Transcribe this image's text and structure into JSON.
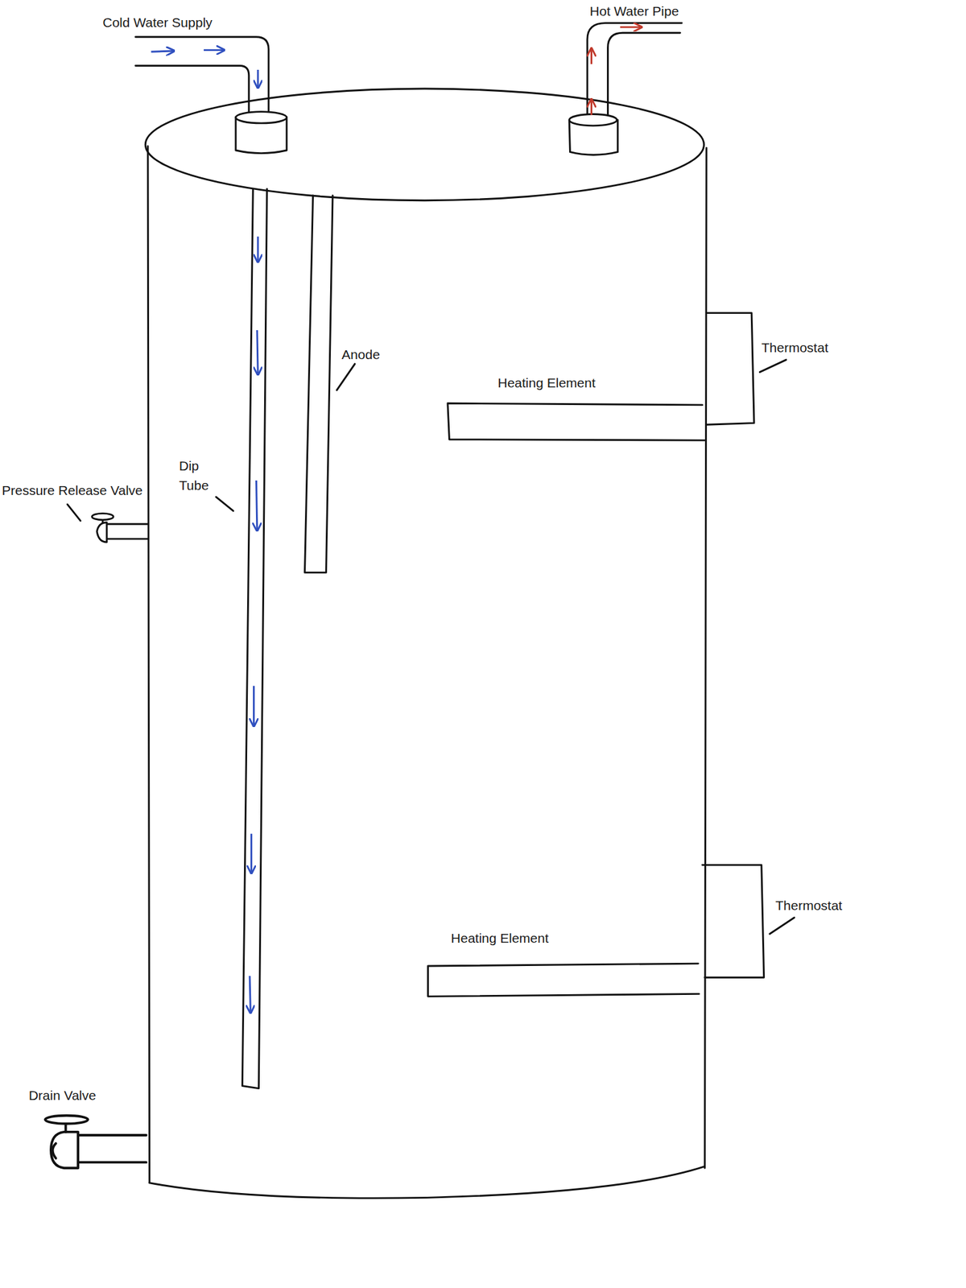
{
  "diagram": {
    "labels": [
      "Cold Water Supply",
      "Hot Water Pipe",
      "Thermostat",
      "Anode",
      "Heating Element",
      "Dip Tube",
      "Pressure Release Valve",
      "Thermostat",
      "Heating Element",
      "Drain Valve"
    ]
  }
}
